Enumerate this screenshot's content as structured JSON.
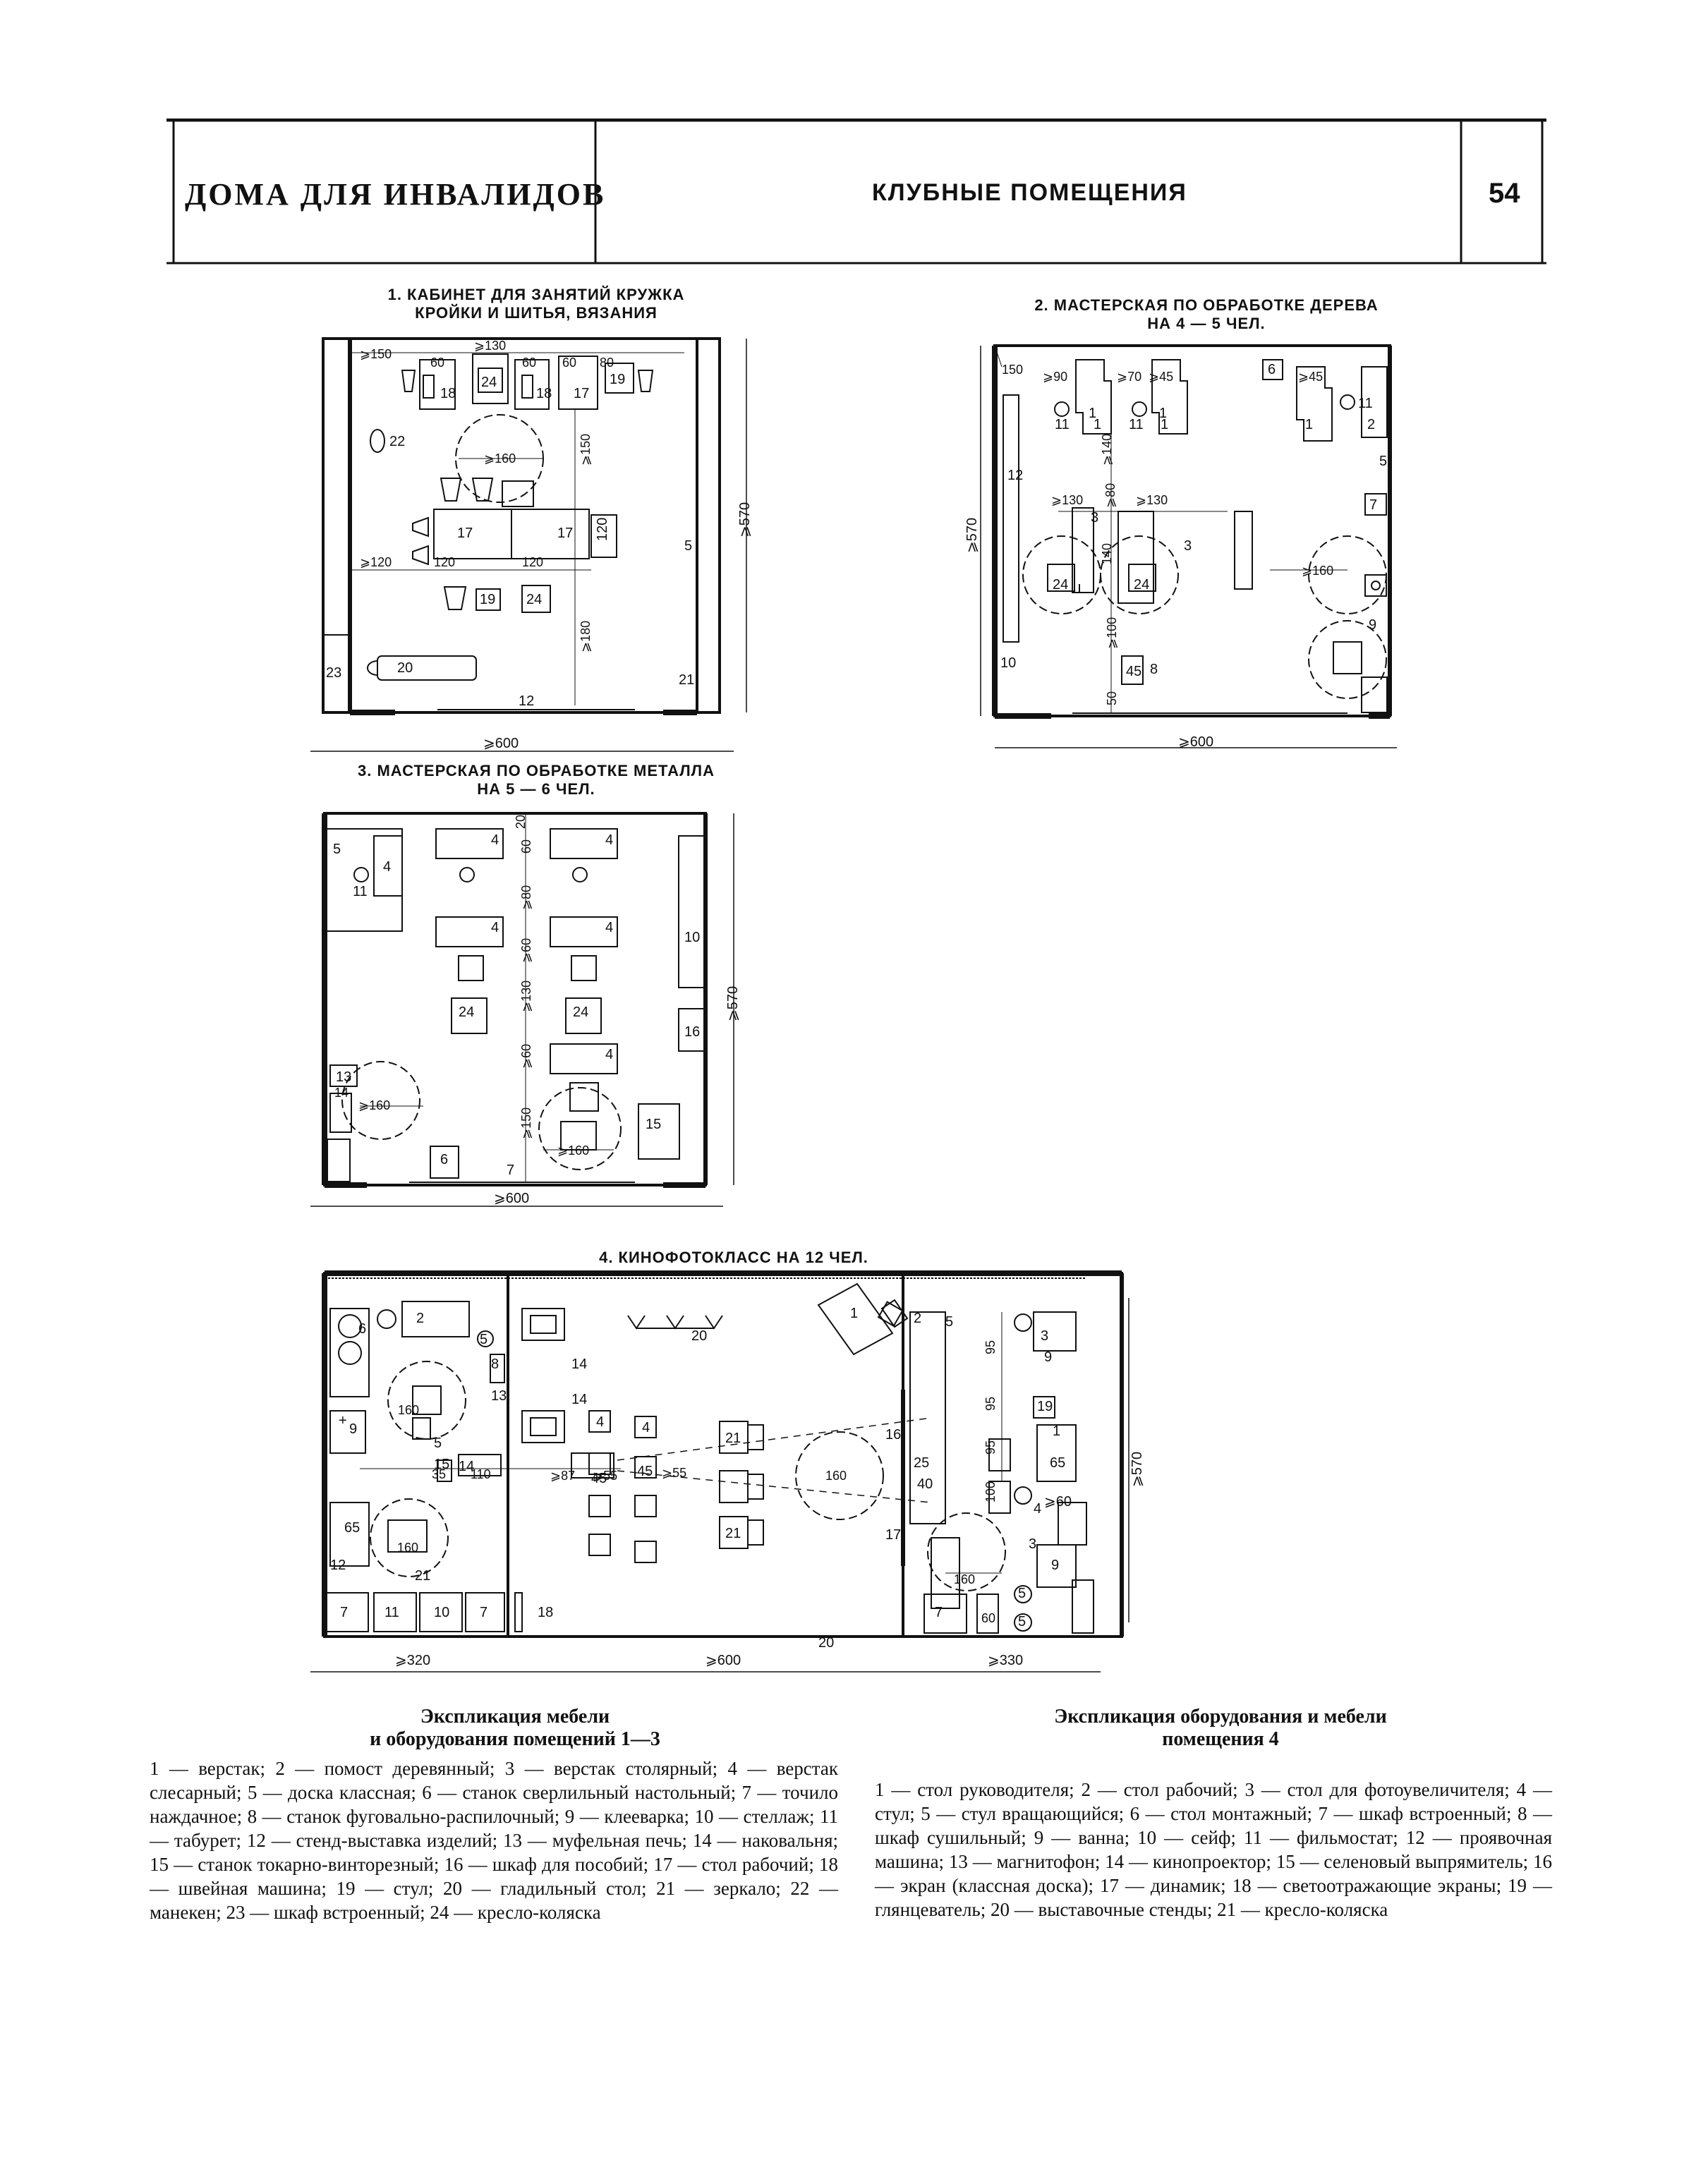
{
  "header": {
    "left_title": "ДОМА ДЛЯ ИНВАЛИДОВ",
    "center_title": "КЛУБНЫЕ ПОМЕЩЕНИЯ",
    "page_number": "54"
  },
  "plans": {
    "p1": {
      "title_line1": "1. КАБИНЕТ ДЛЯ ЗАНЯТИЙ КРУЖКА",
      "title_line2": "КРОЙКИ И ШИТЬЯ, ВЯЗАНИЯ",
      "width_dim": "⩾600",
      "height_dim": "⩾570"
    },
    "p2": {
      "title_line1": "2. МАСТЕРСКАЯ ПО ОБРАБОТКЕ ДЕРЕВА",
      "title_line2": "НА 4 — 5 ЧЕЛ.",
      "width_dim": "⩾600",
      "height_dim": "⩾570"
    },
    "p3": {
      "title_line1": "3. МАСТЕРСКАЯ ПО ОБРАБОТКЕ МЕТАЛЛА",
      "title_line2": "НА 5 — 6 ЧЕЛ.",
      "width_dim": "⩾600",
      "height_dim": "⩾570"
    },
    "p4": {
      "title_line1": "4. КИНОФОТОКЛАСС НА 12 ЧЕЛ.",
      "dim_left": "⩾320",
      "dim_mid": "⩾600",
      "dim_right": "⩾330",
      "height_dim": "⩾570"
    }
  },
  "explication_1": {
    "heading_line1": "Экспликация мебели",
    "heading_line2": "и оборудования помещений 1—3",
    "text": "1 — верстак; 2 — помост деревянный; 3 — верстак столярный; 4 — верстак слесарный; 5 — доска классная; 6 — станок сверлильный настольный; 7 — точило наждачное; 8 — станок фуговально-распилочный; 9 — клееварка; 10 — стеллаж; 11 — табурет; 12 — стенд-выставка изделий; 13 — муфельная печь; 14 — наковальня; 15 — станок токарно-винторезный; 16 — шкаф для пособий; 17 — стол рабочий; 18 — швейная машина; 19 — стул; 20 — гладильный стол; 21 — зеркало; 22 — манекен; 23 — шкаф встроенный; 24 — кресло-коляска"
  },
  "explication_2": {
    "heading_line1": "Экспликация оборудования и мебели",
    "heading_line2": "помещения 4",
    "text": "1 — стол руководителя; 2 — стол рабочий; 3 — стол для фотоувеличителя; 4 — стул; 5 — стул вращающийся; 6 — стол монтажный; 7 — шкаф встроенный; 8 — шкаф сушильный; 9 — ванна; 10 — сейф; 11 — фильмостат; 12 — проявочная машина; 13 — магнитофон; 14 — кинопроектор; 15 — селеновый выпрямитель; 16 — экран (классная доска); 17 — динамик; 18 — светоотражающие экраны; 19 — глянцеватель; 20 — выставочные стенды; 21 — кресло-коляска"
  }
}
